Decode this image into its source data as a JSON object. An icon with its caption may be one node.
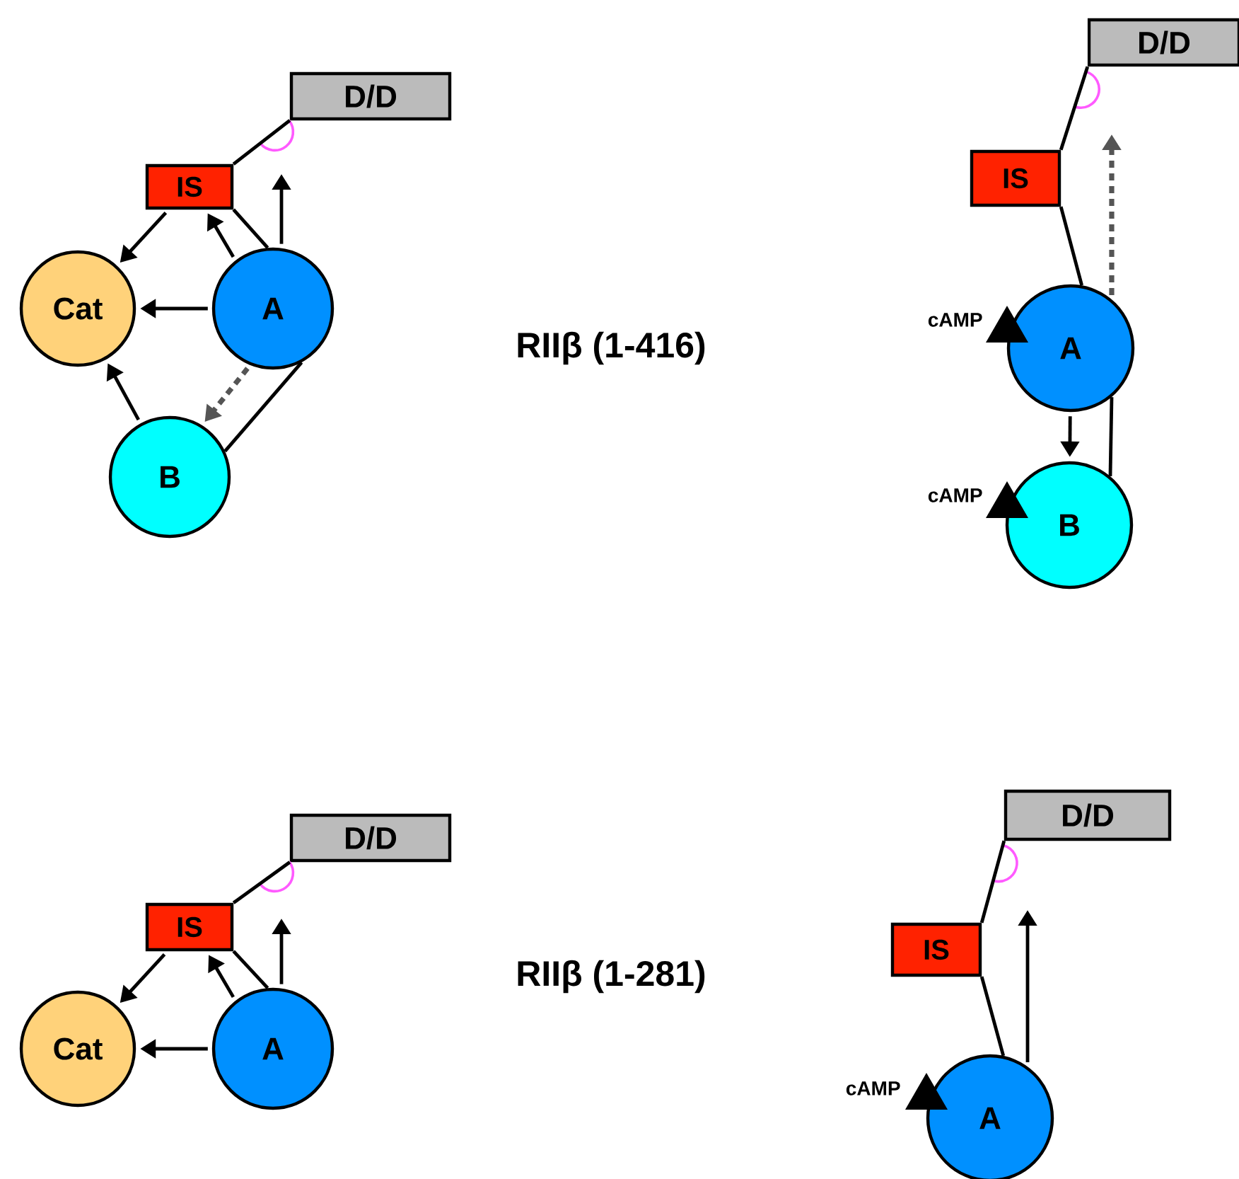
{
  "diagram": {
    "nodes": [
      {
        "text": [
          "D/D"
        ]
      },
      {
        "text": [
          "IS"
        ]
      },
      {
        "text": [
          "Cat"
        ]
      },
      {
        "text": [
          "A"
        ]
      },
      {
        "text": [
          "B"
        ]
      },
      {
        "text": [
          "D/D"
        ]
      },
      {
        "text": [
          "IS"
        ]
      },
      {
        "text": [
          "A"
        ]
      },
      {
        "text": [
          "B"
        ]
      },
      {
        "text": [
          "D/D"
        ]
      },
      {
        "text": [
          "IS"
        ]
      },
      {
        "text": [
          "Cat"
        ]
      },
      {
        "text": [
          "A"
        ]
      },
      {
        "text": [
          "D/D"
        ]
      },
      {
        "text": [
          "IS"
        ]
      },
      {
        "text": [
          "A"
        ]
      }
    ],
    "edges": [
      {
        "from": 1,
        "to": 0,
        "arrow": "none"
      },
      {
        "from": 1,
        "to": 3,
        "arrow": "none"
      },
      {
        "from": 3,
        "to": 4,
        "arrow": "none"
      },
      {
        "from": 1,
        "to": 2,
        "arrow": "to"
      },
      {
        "from": 3,
        "to": 1,
        "arrow": "to"
      },
      {
        "from": 3,
        "to": 2,
        "arrow": "to"
      },
      {
        "from": 4,
        "to": 2,
        "arrow": "to"
      },
      {
        "from": 3,
        "to": 4,
        "arrow": "to",
        "style": "dashed",
        "color": "#555555"
      },
      {
        "from": 3,
        "to": null,
        "arrow": "to"
      },
      {
        "from": 6,
        "to": 5,
        "arrow": "none"
      },
      {
        "from": 6,
        "to": 7,
        "arrow": "none"
      },
      {
        "from": 7,
        "to": 8,
        "arrow": "none"
      },
      {
        "from": 7,
        "to": 8,
        "arrow": "to"
      },
      {
        "from": 7,
        "to": null,
        "arrow": "to",
        "style": "dashed",
        "color": "#555555"
      },
      {
        "from": 10,
        "to": 9,
        "arrow": "none"
      },
      {
        "from": 10,
        "to": 12,
        "arrow": "none"
      },
      {
        "from": 10,
        "to": 11,
        "arrow": "to"
      },
      {
        "from": 12,
        "to": 10,
        "arrow": "to"
      },
      {
        "from": 12,
        "to": 11,
        "arrow": "to"
      },
      {
        "from": 12,
        "to": null,
        "arrow": "to"
      },
      {
        "from": 14,
        "to": 13,
        "arrow": "none"
      },
      {
        "from": 14,
        "to": 15,
        "arrow": "none"
      },
      {
        "from": 15,
        "to": null,
        "arrow": "to"
      }
    ],
    "labels": [
      "cAMP",
      "RIIβ (1-416)",
      "cAMP",
      "RIIβ (1-281)",
      "cAMP"
    ]
  }
}
